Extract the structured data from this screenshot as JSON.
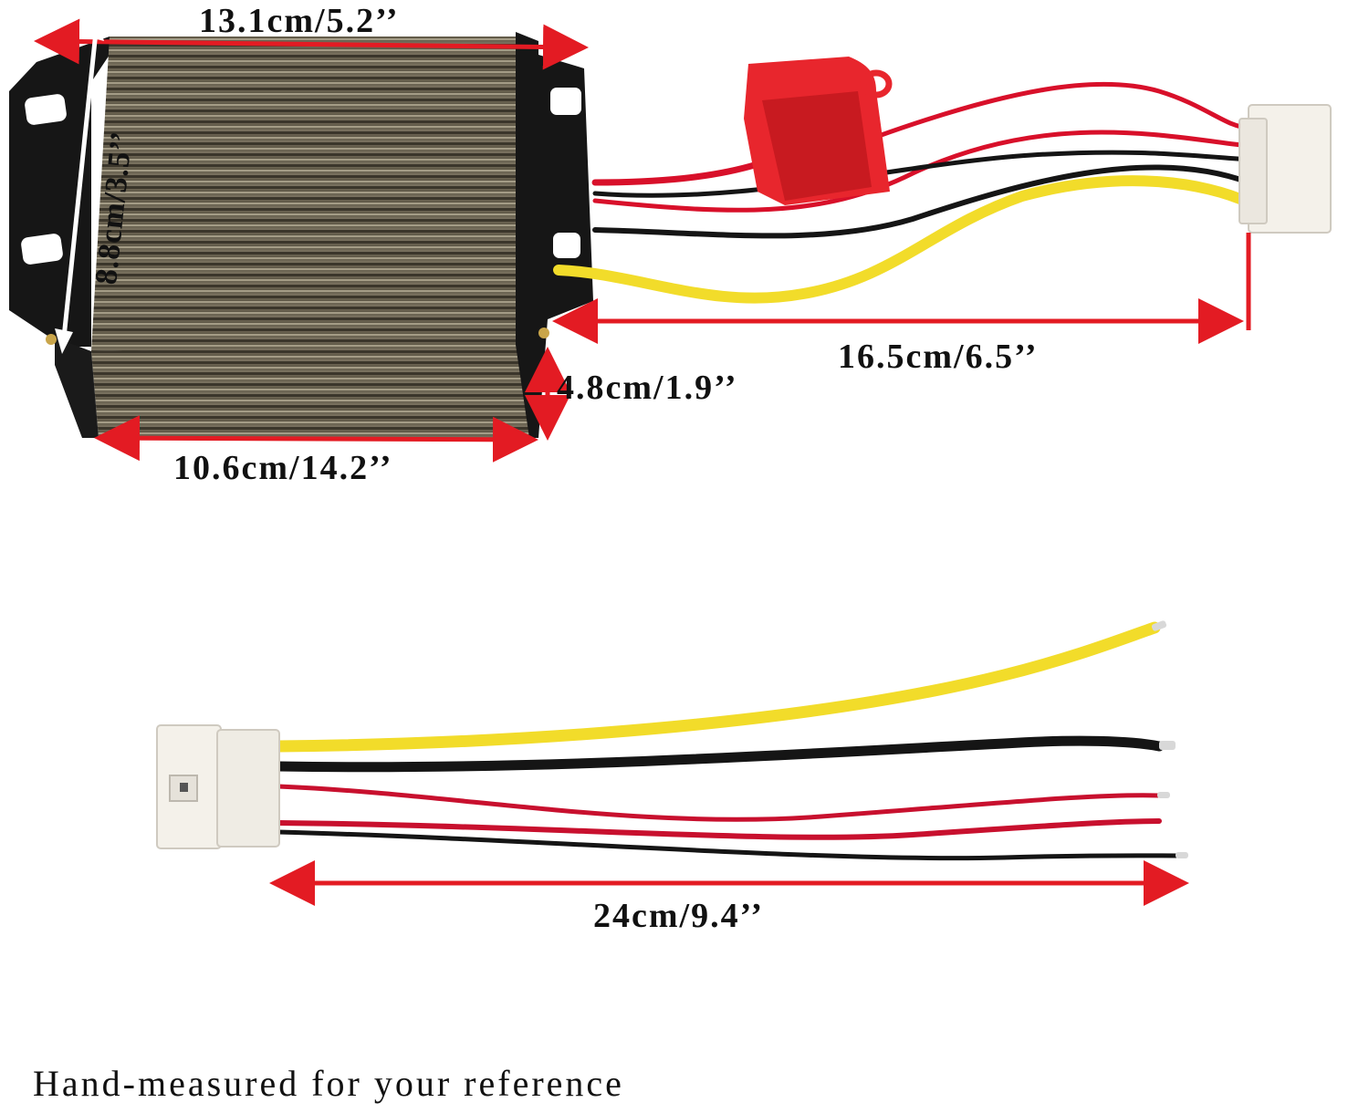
{
  "image": {
    "dimension_labels": {
      "top_width": "13.1cm/5.2’’",
      "side_depth": "8.8cm/3.5’’",
      "height": "4.8cm/1.9’’",
      "bottom_width": "10.6cm/14.2’’",
      "cable_length": "16.5cm/6.5’’",
      "harness_length": "24cm/9.4’’"
    },
    "caption": "Hand-measured for your reference",
    "colors": {
      "arrow": "#e31b23",
      "wire_red": "#d8102a",
      "wire_black": "#151515",
      "wire_yellow": "#f2dc2a",
      "fuse_holder": "#e8262d",
      "connector": "#f4f1ea",
      "housing": "#6d6552",
      "bracket": "#161616"
    }
  }
}
